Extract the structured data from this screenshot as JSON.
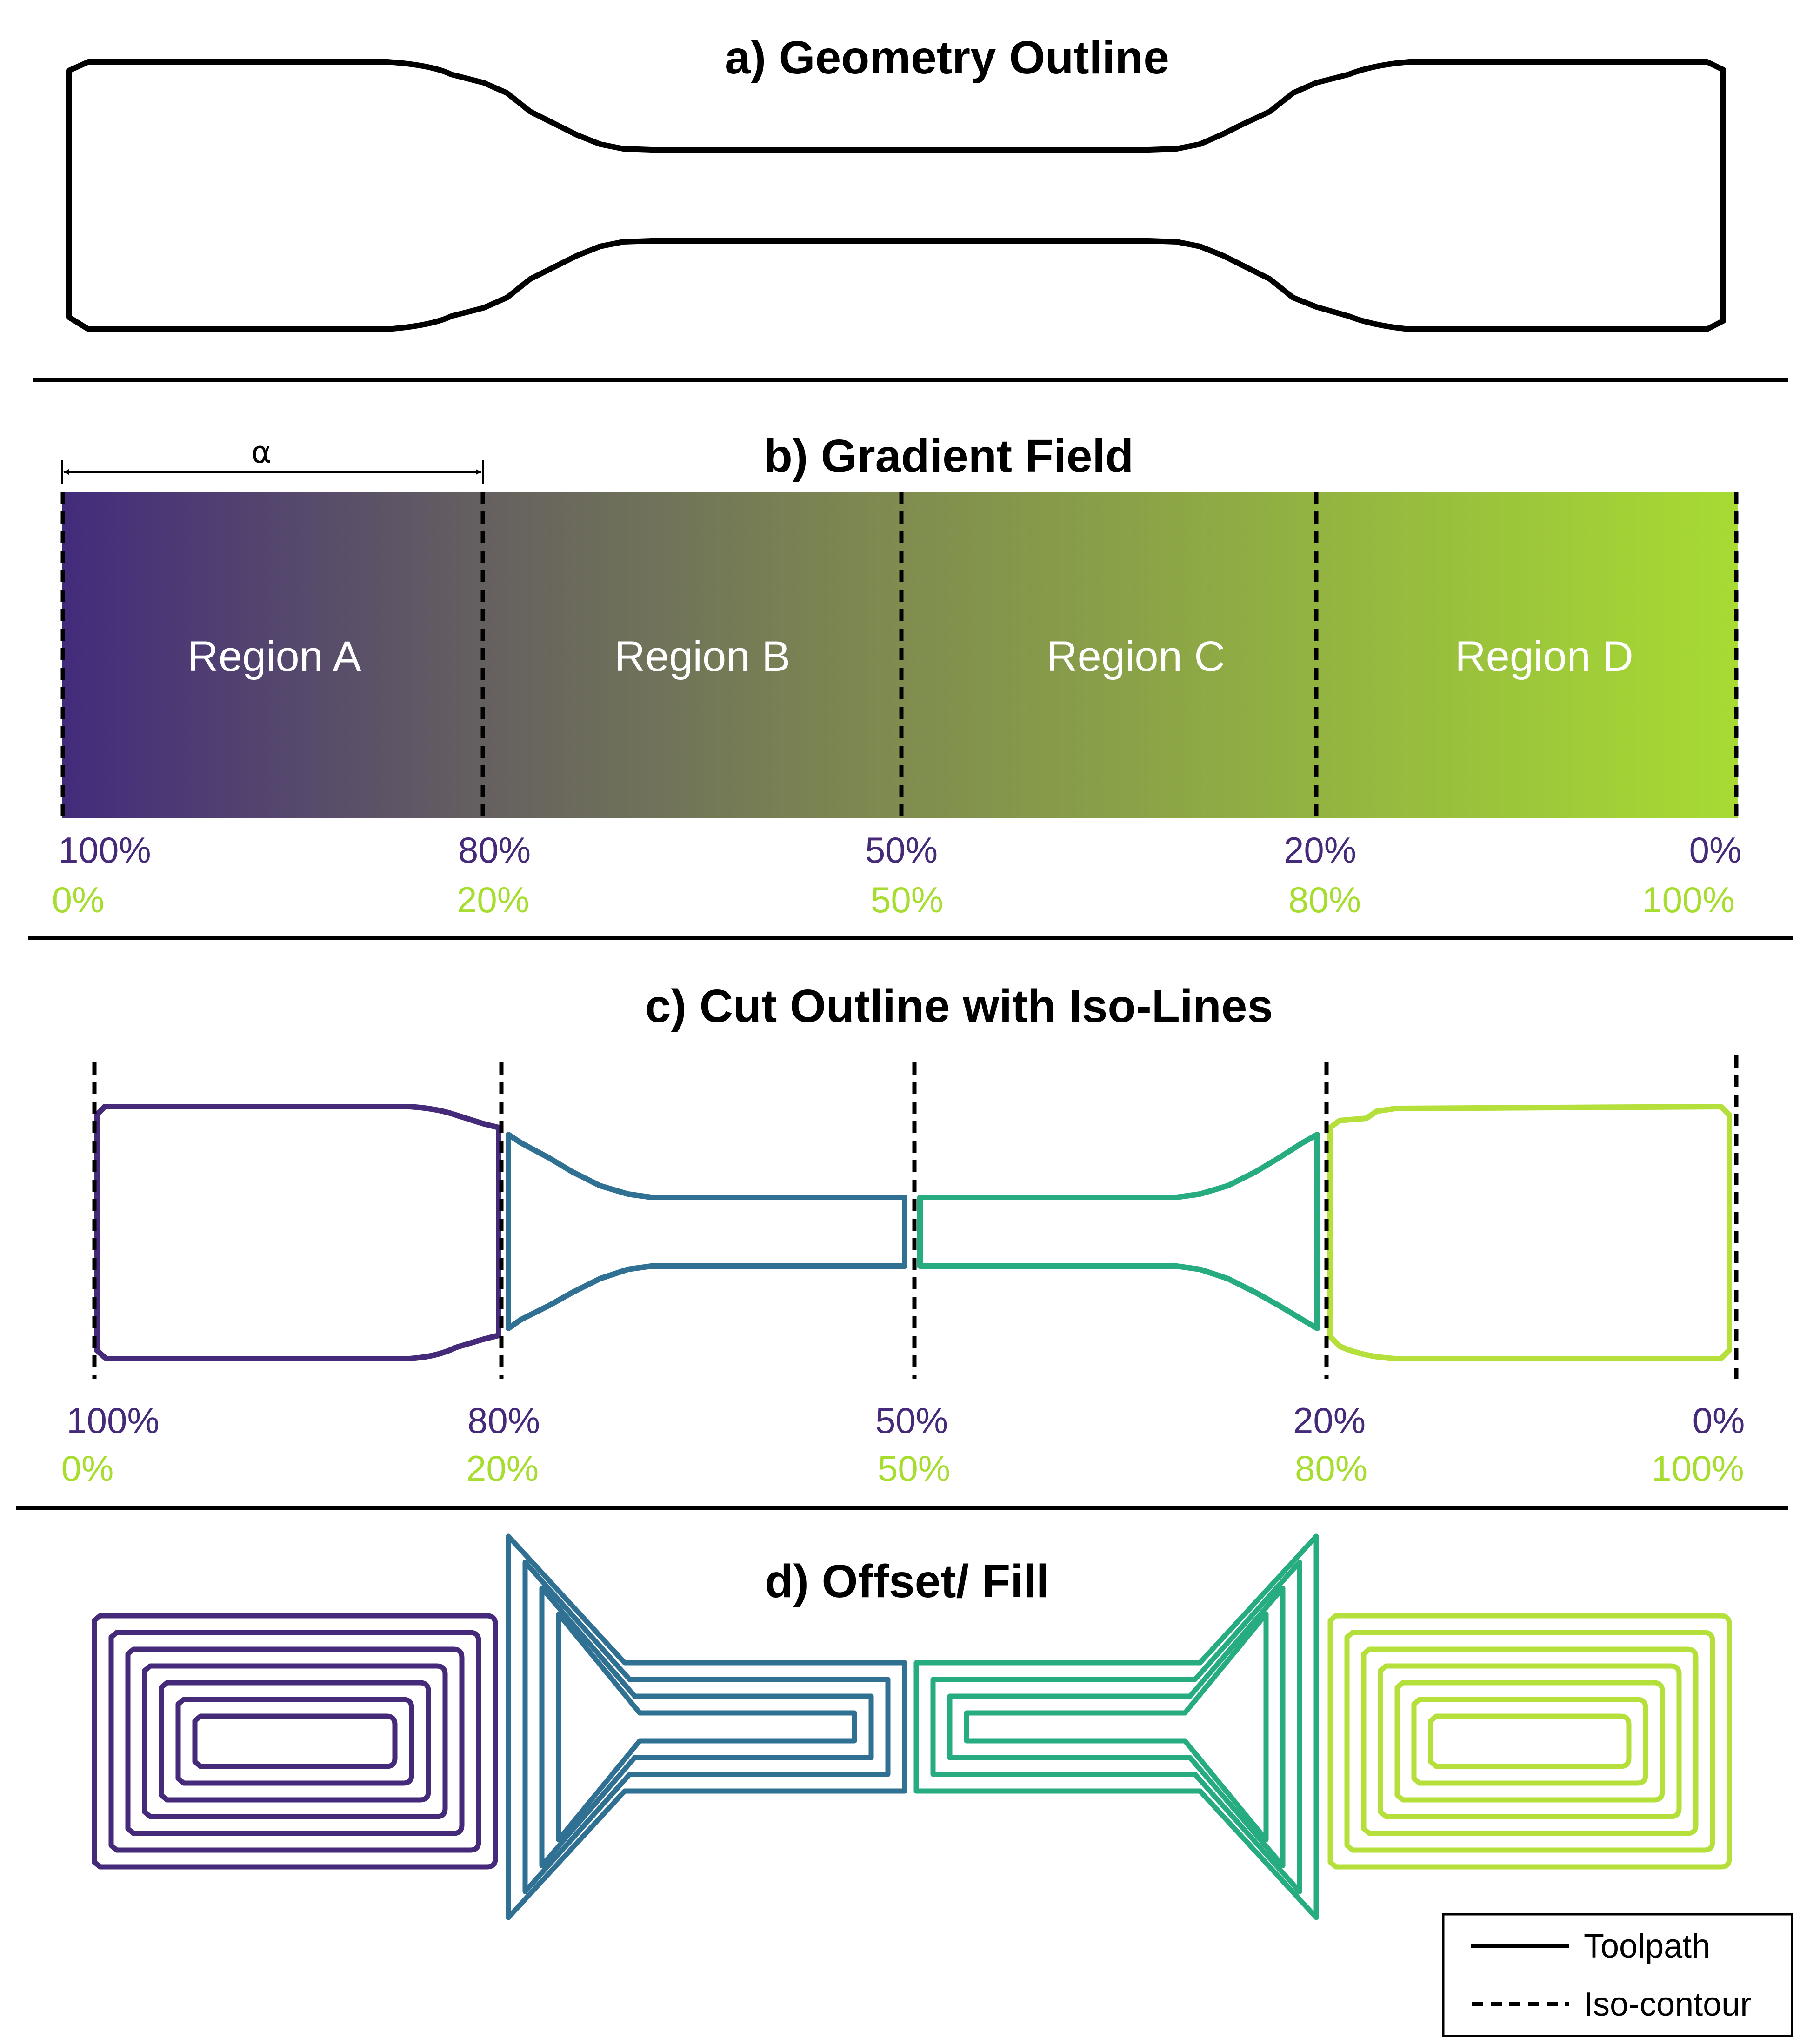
{
  "panels": {
    "a": {
      "title": "a) Geometry Outline"
    },
    "b": {
      "title": "b) Gradient Field",
      "alpha": "α",
      "regions": [
        "Region A",
        "Region B",
        "Region C",
        "Region D"
      ],
      "top_labels": [
        "100%",
        "80%",
        "50%",
        "20%",
        "0%"
      ],
      "bottom_labels": [
        "0%",
        "20%",
        "50%",
        "80%",
        "100%"
      ]
    },
    "c": {
      "title": "c) Cut Outline with Iso-Lines",
      "top_labels": [
        "100%",
        "80%",
        "50%",
        "20%",
        "0%"
      ],
      "bottom_labels": [
        "0%",
        "20%",
        "50%",
        "80%",
        "100%"
      ]
    },
    "d": {
      "title": "d) Offset/ Fill"
    }
  },
  "legend": {
    "toolpath": "Toolpath",
    "iso_contour": "Iso-contour"
  },
  "colors": {
    "material_1": "#452a7a",
    "material_2": "#a6dd2f",
    "region_a": "#452a7a",
    "region_b": "#2f7093",
    "region_c": "#27ab80",
    "region_d": "#b5e03b",
    "gradient_stops": [
      "#432b7c",
      "#656060",
      "#7f8c4f",
      "#a7db33"
    ]
  }
}
